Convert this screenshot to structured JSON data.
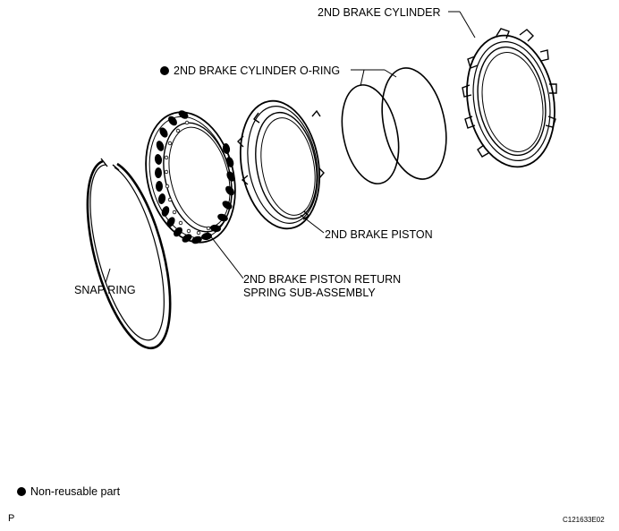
{
  "labels": {
    "brake_cylinder": "2ND BRAKE CYLINDER",
    "o_ring": "2ND BRAKE CYLINDER O-RING",
    "brake_piston": "2ND BRAKE PISTON",
    "return_spring_line1": "2ND BRAKE PISTON RETURN",
    "return_spring_line2": "SPRING SUB-ASSEMBLY",
    "snap_ring": "SNAP RING"
  },
  "legend": {
    "non_reusable": "Non-reusable part"
  },
  "footer": {
    "page_code": "P",
    "figure_id": "C121633E02"
  }
}
